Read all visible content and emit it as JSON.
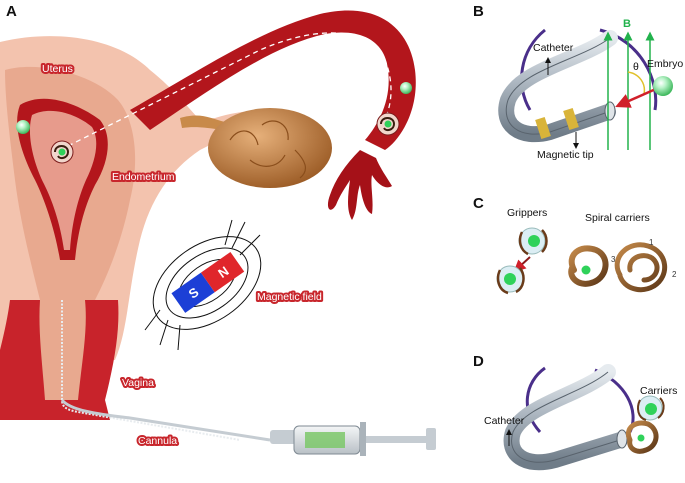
{
  "panels": {
    "a": "A",
    "b": "B",
    "c": "C",
    "d": "D"
  },
  "panel_a": {
    "uterus": "Uterus",
    "endometrium": "Endometrium",
    "magnetic_field": "Magnetic field",
    "vagina": "Vagina",
    "cannula": "Cannula",
    "magnet_north": "N",
    "magnet_south": "S"
  },
  "panel_b": {
    "catheter": "Catheter",
    "field": "B",
    "angle": "θ",
    "embryo": "Embryo",
    "magnetic_tip": "Magnetic tip"
  },
  "panel_c": {
    "grippers": "Grippers",
    "spiral_carriers": "Spiral carriers",
    "index_1": "1",
    "index_2": "2",
    "index_3": "3"
  },
  "panel_d": {
    "carriers": "Carriers",
    "catheter": "Catheter"
  },
  "colors": {
    "tissue_dark": "#b3161c",
    "tissue_light": "#f4c4b0",
    "ovary": "#c88a4a",
    "field_line": "#22b24c",
    "magnet_red": "#e0262b",
    "magnet_blue": "#1c3fd6",
    "catheter": "#a9b4be",
    "embryo": "#2fd25a"
  }
}
